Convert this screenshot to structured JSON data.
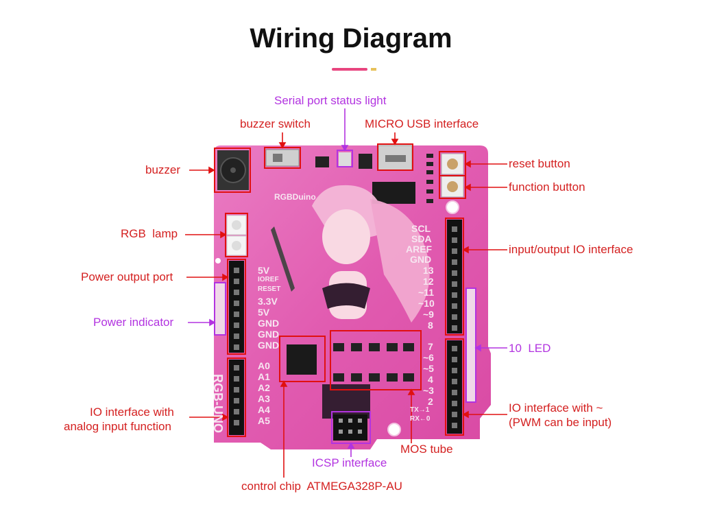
{
  "title": "Wiring Diagram",
  "colors": {
    "accent_pink": "#e8457f",
    "accent_gold": "#e7c15a",
    "label_red": "#d42020",
    "label_purple": "#b233e0",
    "board": "#e56fb8"
  },
  "labels": {
    "serial_port_status_light": "Serial port status light",
    "buzzer_switch": "buzzer switch",
    "micro_usb": "MICRO USB interface",
    "buzzer": "buzzer",
    "reset_button": "reset button",
    "function_button": "function button",
    "rgb_lamp": "RGB  lamp",
    "io_interface": "input/output IO interface",
    "power_output_port": "Power output port",
    "power_indicator": "Power indicator",
    "ten_led": "10  LED",
    "analog_io_line1": "IO interface with",
    "analog_io_line2": "analog input function",
    "pwm_io_line1": "IO interface with ~",
    "pwm_io_line2": "(PWM can be input)",
    "mos_tube": "MOS tube",
    "icsp": "ICSP interface",
    "control_chip": "control chip  ATMEGA328P-AU"
  },
  "board_silkscreen": {
    "brand": "RGBDuino",
    "model": "RGB-UNO",
    "left_power_pins": [
      "5V",
      "IOREF",
      "RESET",
      "3.3V",
      "5V",
      "GND",
      "GND",
      "GND"
    ],
    "analog_pins": [
      "A0",
      "A1",
      "A2",
      "A3",
      "A4",
      "A5"
    ],
    "right_top_pins": [
      "SCL",
      "SDA",
      "AREF",
      "GND",
      "13",
      "12",
      "~11",
      "~10",
      "~9",
      "8"
    ],
    "right_bottom_pins": [
      "7",
      "~6",
      "~5",
      "4",
      "~3",
      "2",
      "TX→1",
      "RX←0"
    ]
  }
}
